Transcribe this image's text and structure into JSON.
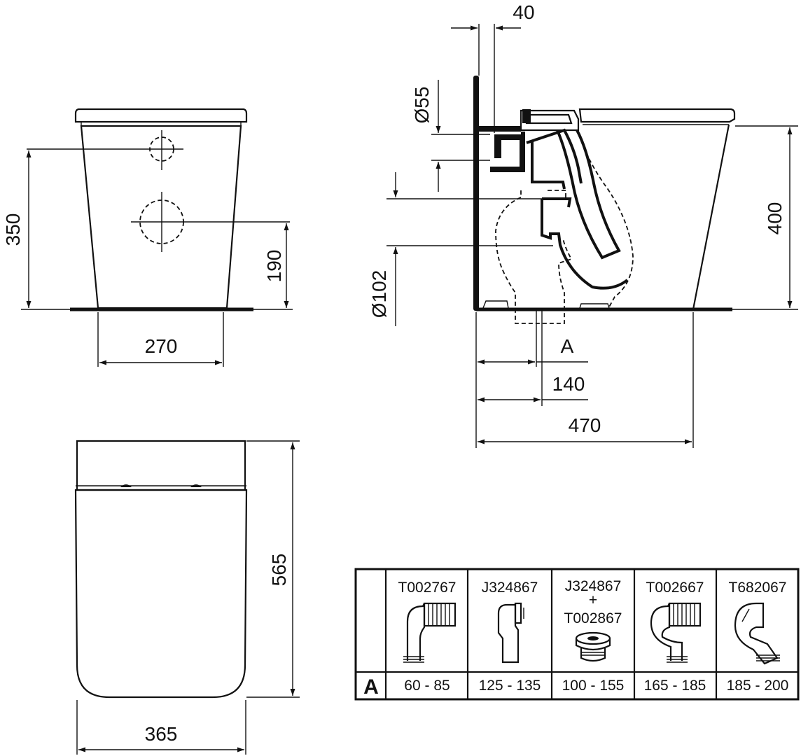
{
  "front_view": {
    "height_label": "350",
    "inlet_height_label": "190",
    "base_width_label": "270"
  },
  "side_view": {
    "wall_gap_label": "40",
    "inlet_diameter_label": "Ø55",
    "outlet_diameter_label": "Ø102",
    "height_label": "400",
    "variable_label": "A",
    "outlet_offset_label": "140",
    "depth_label": "470"
  },
  "top_view": {
    "depth_label": "565",
    "width_label": "365"
  },
  "table": {
    "row_label": "A",
    "columns": [
      {
        "code": "T002767",
        "code2": "",
        "plus": "",
        "range": "60 - 85",
        "icon": "bend-connector-icon"
      },
      {
        "code": "J324867",
        "code2": "",
        "plus": "",
        "range": "125 - 135",
        "icon": "extension-connector-icon"
      },
      {
        "code": "J324867",
        "code2": "T002867",
        "plus": "+",
        "range": "100 - 155",
        "icon": "flange-adapter-icon"
      },
      {
        "code": "T002667",
        "code2": "",
        "plus": "",
        "range": "165 - 185",
        "icon": "offset-bend-icon"
      },
      {
        "code": "T682067",
        "code2": "",
        "plus": "",
        "range": "185 - 200",
        "icon": "pan-connector-icon"
      }
    ]
  }
}
